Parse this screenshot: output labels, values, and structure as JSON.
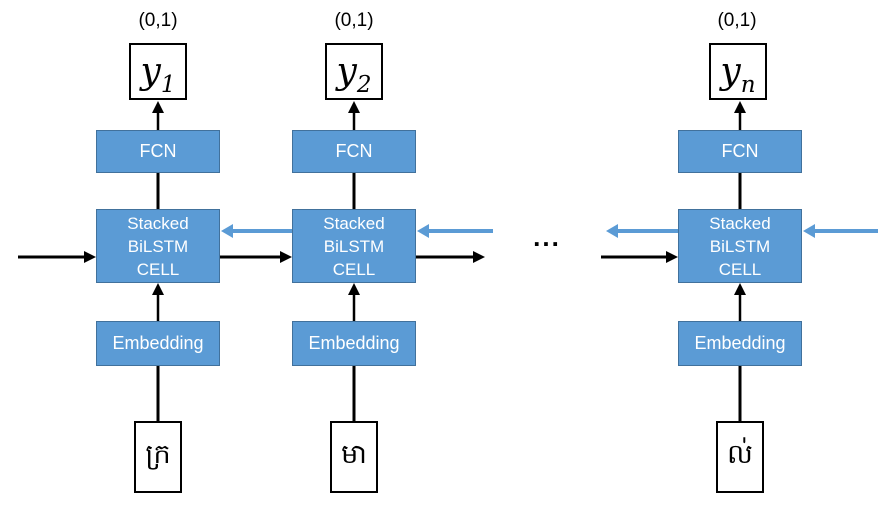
{
  "diagram": {
    "ellipsis": "...",
    "colors": {
      "box_fill": "#5B9BD5",
      "box_border": "#41719C",
      "forward_arrow": "#000000",
      "backward_arrow": "#5B9BD5"
    },
    "columns": [
      {
        "range_label": "(0,1)",
        "output_var": "y",
        "output_sub": "1",
        "fcn": "FCN",
        "cell_lines": [
          "Stacked",
          "BiLSTM",
          "CELL"
        ],
        "embedding": "Embedding",
        "input_char": "ក្រ"
      },
      {
        "range_label": "(0,1)",
        "output_var": "y",
        "output_sub": "2",
        "fcn": "FCN",
        "cell_lines": [
          "Stacked",
          "BiLSTM",
          "CELL"
        ],
        "embedding": "Embedding",
        "input_char": "មា"
      },
      {
        "range_label": "(0,1)",
        "output_var": "y",
        "output_sub": "n",
        "fcn": "FCN",
        "cell_lines": [
          "Stacked",
          "BiLSTM",
          "CELL"
        ],
        "embedding": "Embedding",
        "input_char": "ល់"
      }
    ]
  }
}
